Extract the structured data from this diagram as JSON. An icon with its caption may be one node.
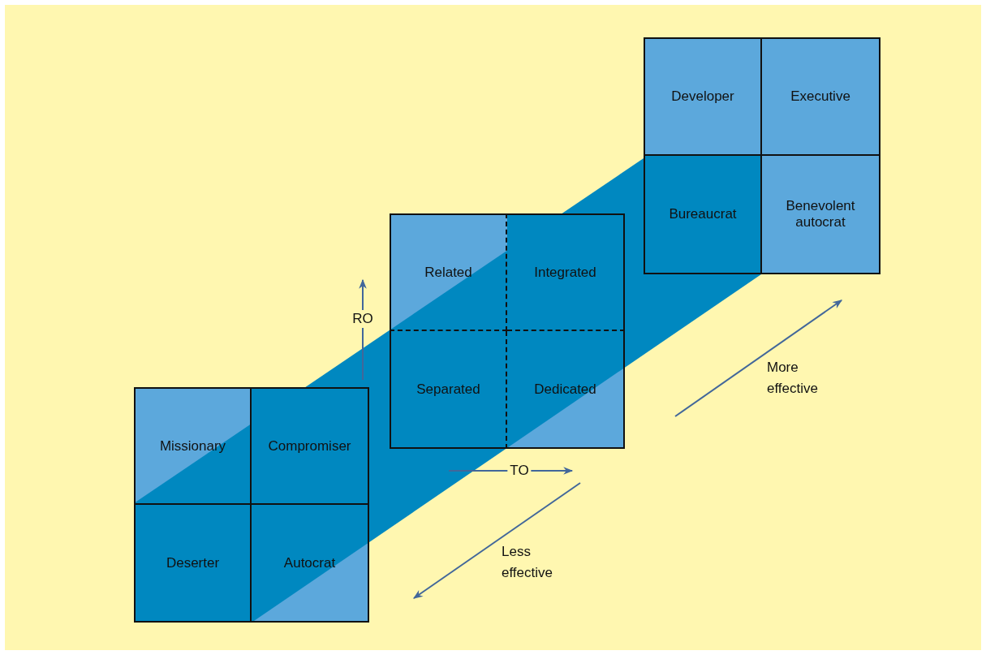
{
  "diagram": {
    "nodes": [
      {
        "text": [],
        "shape": "box"
      },
      {
        "text": [
          "Missionary"
        ],
        "in": 0
      },
      {
        "text": [
          "Compromiser"
        ],
        "in": 0
      },
      {
        "text": [
          "Deserter"
        ],
        "in": 0
      },
      {
        "text": [
          "Autocrat"
        ],
        "in": 0
      },
      {
        "text": [],
        "shape": "box"
      },
      {
        "text": [
          "Related"
        ],
        "in": 5
      },
      {
        "text": [
          "Integrated"
        ],
        "in": 5
      },
      {
        "text": [
          "Separated"
        ],
        "in": 5
      },
      {
        "text": [
          "Dedicated"
        ],
        "in": 5
      },
      {
        "text": [],
        "shape": "box"
      },
      {
        "text": [
          "Developer"
        ],
        "in": 10
      },
      {
        "text": [
          "Executive"
        ],
        "in": 10
      },
      {
        "text": [
          "Bureaucrat"
        ],
        "in": 10
      },
      {
        "text": [
          "Benevolent autocrat"
        ],
        "in": 10
      }
    ],
    "labels": [
      "RO",
      "More effective",
      "TO",
      "Less effective"
    ]
  }
}
